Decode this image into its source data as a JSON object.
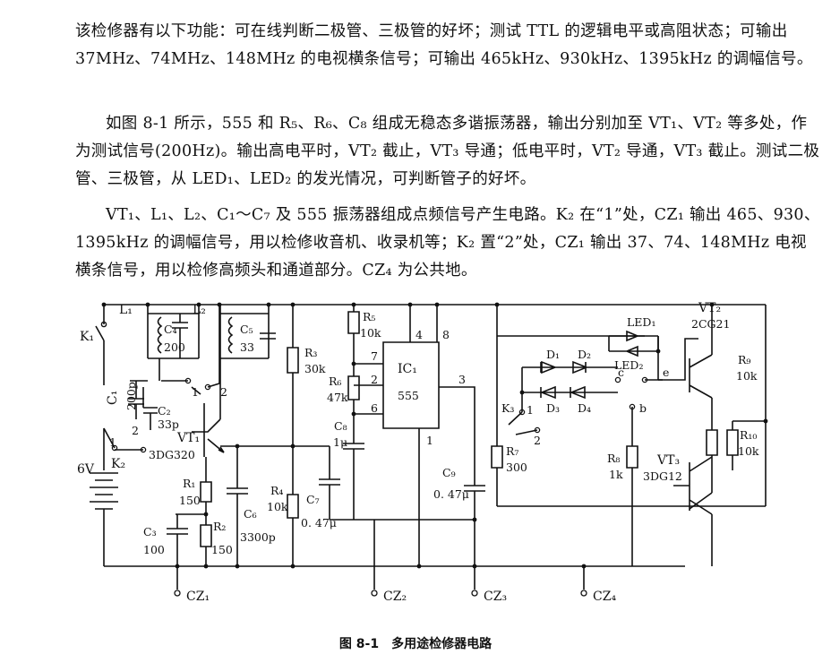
{
  "paragraphs": {
    "p1": "该检修器有以下功能：可在线判断二极管、三极管的好坏；测试 TTL 的逻辑电平或高阻状态；可输出 37MHz、74MHz、148MHz 的电视横条信号；可输出 465kHz、930kHz、1395kHz 的调幅信号。",
    "p2": "如图 8-1 所示，555 和 R₅、R₆、C₈ 组成无稳态多谐振荡器，输出分别加至 VT₁、VT₂ 等多处，作为测试信号(200Hz)。输出高电平时，VT₂ 截止，VT₃ 导通；低电平时，VT₂ 导通，VT₃ 截止。测试二极管、三极管，从 LED₁、LED₂ 的发光情况，可判断管子的好坏。",
    "p3": "VT₁、L₁、L₂、C₁～C₇ 及 555 振荡器组成点频信号产生电路。K₂ 在“1”处，CZ₁ 输出 465、930、1395kHz 的调幅信号，用以检修收音机、收录机等；K₂ 置“2”处，CZ₁ 输出 37、74、148MHz 电视横条信号，用以检修高频头和通道部分。CZ₄ 为公共地。"
  },
  "caption": "图 8-1　多用途检修器电路",
  "labels": {
    "K1": "K₁",
    "L1": "L₁",
    "L2": "L₂",
    "C4": "C₄",
    "C4v": "200",
    "C5": "C₅",
    "C5v": "33",
    "C1": "C₁",
    "C1v": "200p",
    "C2": "C₂",
    "C2v": "33p",
    "K2": "K₂",
    "sw1": "1",
    "sw2": "2",
    "K2p1": "1",
    "K2p2": "2",
    "V6": "6V",
    "VT1": "VT₁",
    "VT1t": "3DG320",
    "R1": "R₁",
    "R1v": "150",
    "R2": "R₂",
    "R2v": "150",
    "C3": "C₃",
    "C3v": "100",
    "C6": "C₆",
    "C6v": "3300p",
    "R3": "R₃",
    "R3v": "30k",
    "R4": "R₄",
    "R4v": "10k",
    "C7": "C₇",
    "C7v": "0. 47μ",
    "R5": "R₅",
    "R5v": "10k",
    "R6": "R₆",
    "R6v": "47k",
    "C8": "C₈",
    "C8v": "1μ",
    "IC1": "IC₁",
    "IC1t": "555",
    "pin4": "4",
    "pin8": "8",
    "pin7": "7",
    "pin2": "2",
    "pin6": "6",
    "pin3": "3",
    "pin1": "1",
    "C9": "C₉",
    "C9v": "0. 47μ",
    "R7": "R₇",
    "R7v": "300",
    "K3": "K₃",
    "K3p1": "1",
    "K3p2": "2",
    "D1": "D₁",
    "D2": "D₂",
    "D3": "D₃",
    "D4": "D₄",
    "LED1": "LED₁",
    "LED2": "LED₂",
    "tc": "c",
    "te": "e",
    "tb": "b",
    "R8": "R₈",
    "R8v": "1k",
    "VT2": "VT₂",
    "VT2t": "2CG21",
    "R9": "R₉",
    "R9v": "10k",
    "R10": "R₁₀",
    "R10v": "10k",
    "VT3": "VT₃",
    "VT3t": "3DG12",
    "CZ1": "CZ₁",
    "CZ2": "CZ₂",
    "CZ3": "CZ₃",
    "CZ4": "CZ₄"
  }
}
